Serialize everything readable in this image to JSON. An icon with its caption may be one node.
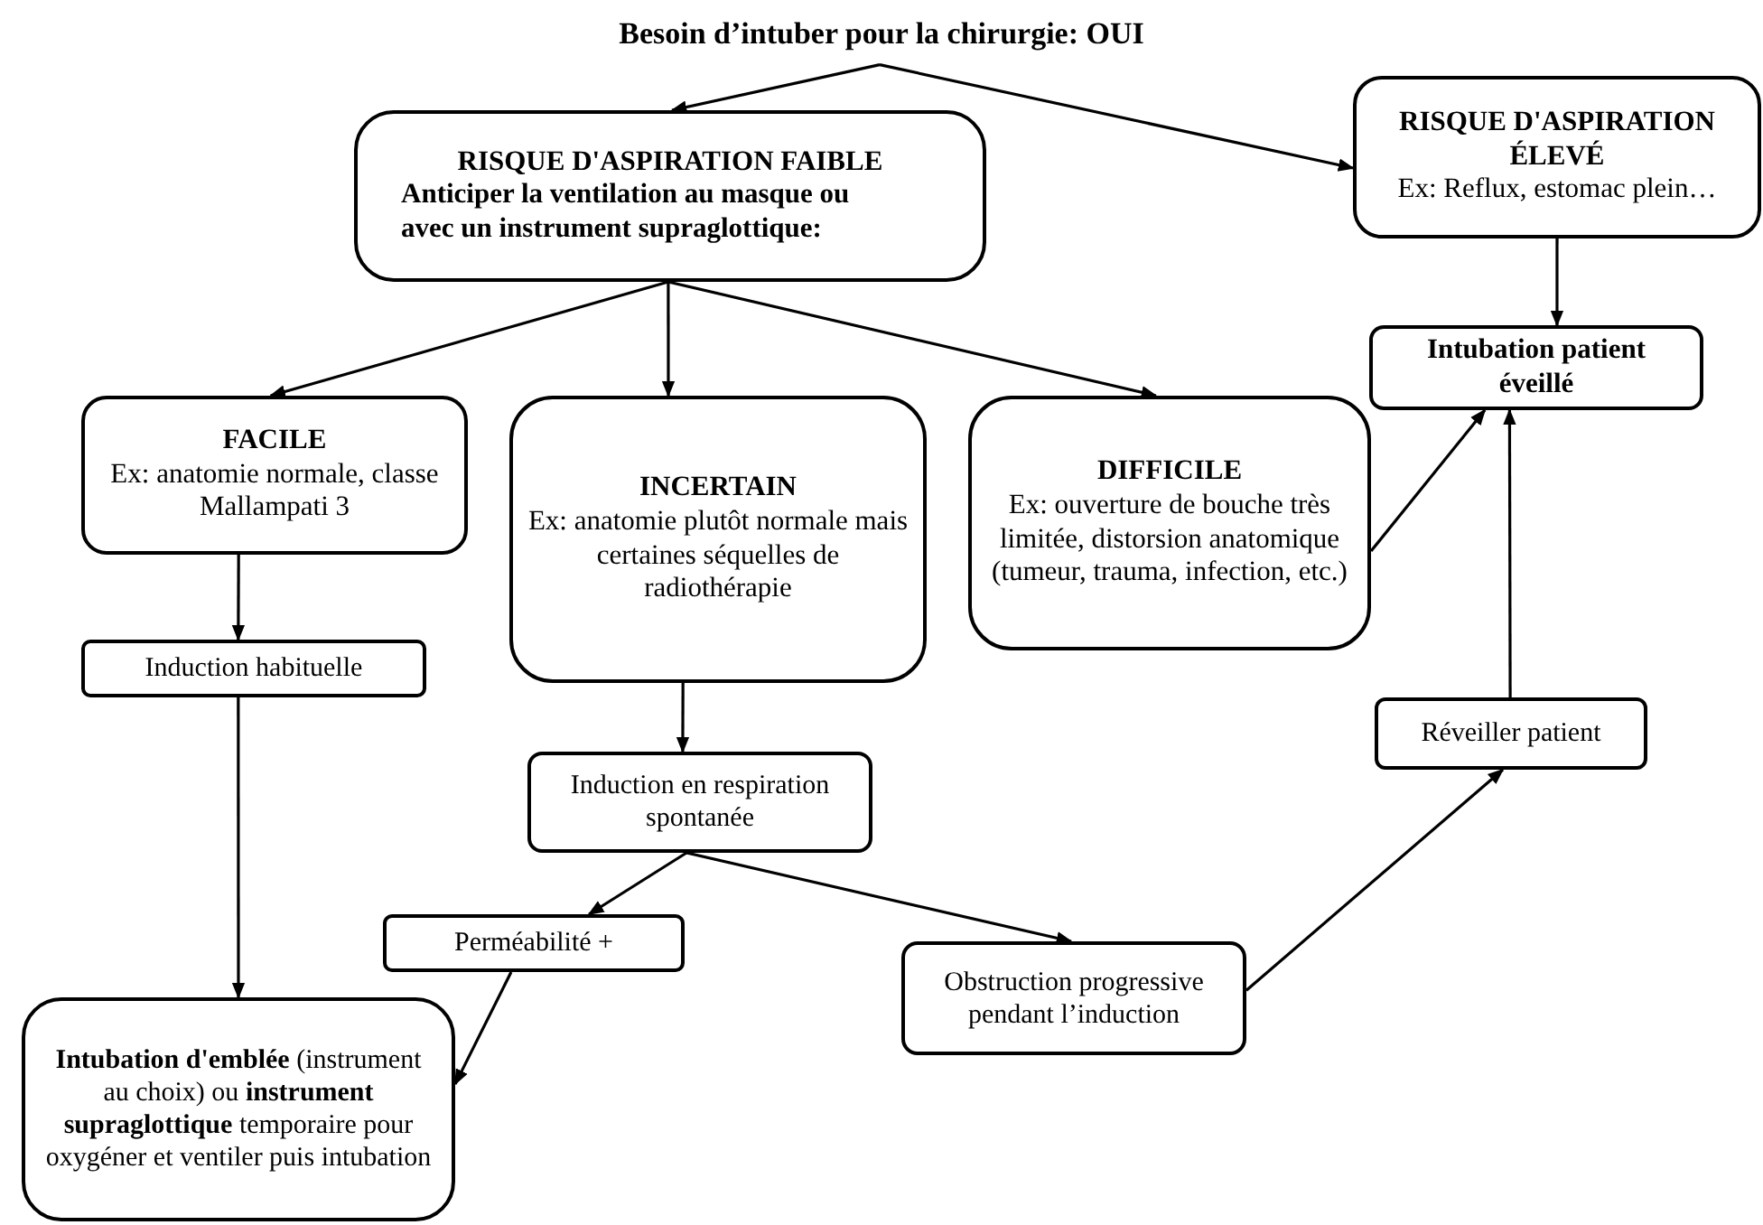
{
  "diagram": {
    "nodes": [
      {
        "text": [
          "Besoin d’intuber pour la chirurgie: OUI"
        ]
      },
      {
        "text": [
          "RISQUE D'ASPIRATION FAIBLE",
          "Anticiper la ventilation au masque ou avec un instrument supraglottique:"
        ]
      },
      {
        "text": [
          "RISQUE D'ASPIRATION ÉLEVÉ",
          "Ex: Reflux, estomac plein…"
        ]
      },
      {
        "text": [
          "FACILE",
          "Ex: anatomie normale, classe Mallampati 3"
        ]
      },
      {
        "text": [
          "INCERTAIN",
          "Ex: anatomie plutôt normale mais certaines séquelles de radiothérapie"
        ]
      },
      {
        "text": [
          "DIFFICILE",
          "Ex: ouverture de bouche très limitée, distorsion anatomique (tumeur, trauma, infection, etc.)"
        ]
      },
      {
        "text": [
          "Intubation patient éveillé"
        ]
      },
      {
        "text": [
          "Induction habituelle"
        ]
      },
      {
        "text": [
          "Réveiller patient"
        ]
      },
      {
        "text": [
          "Induction en respiration spontanée"
        ]
      },
      {
        "text": [
          "Perméabilité +"
        ]
      },
      {
        "text": [
          "Obstruction progressive pendant l’induction"
        ]
      },
      {
        "text": [
          "**Intubation d'emblée** (instrument au choix) ou **instrument supraglottique** temporaire pour oxygéner et ventiler puis intubation"
        ]
      }
    ],
    "edges": [
      {
        "from": 0,
        "to": 1,
        "arrow": "to"
      },
      {
        "from": 0,
        "to": 2,
        "arrow": "to"
      },
      {
        "from": 1,
        "to": 3,
        "arrow": "to"
      },
      {
        "from": 1,
        "to": 4,
        "arrow": "to"
      },
      {
        "from": 1,
        "to": 5,
        "arrow": "to"
      },
      {
        "from": 2,
        "to": 6,
        "arrow": "to"
      },
      {
        "from": 3,
        "to": 7,
        "arrow": "to"
      },
      {
        "from": 7,
        "to": 12,
        "arrow": "to"
      },
      {
        "from": 4,
        "to": 9,
        "arrow": "to"
      },
      {
        "from": 9,
        "to": 10,
        "arrow": "to"
      },
      {
        "from": 9,
        "to": 11,
        "arrow": "to"
      },
      {
        "from": 10,
        "to": 12,
        "arrow": "to"
      },
      {
        "from": 11,
        "to": 8,
        "arrow": "to"
      },
      {
        "from": 8,
        "to": 6,
        "arrow": "to"
      },
      {
        "from": 5,
        "to": 6,
        "arrow": "to"
      }
    ]
  }
}
